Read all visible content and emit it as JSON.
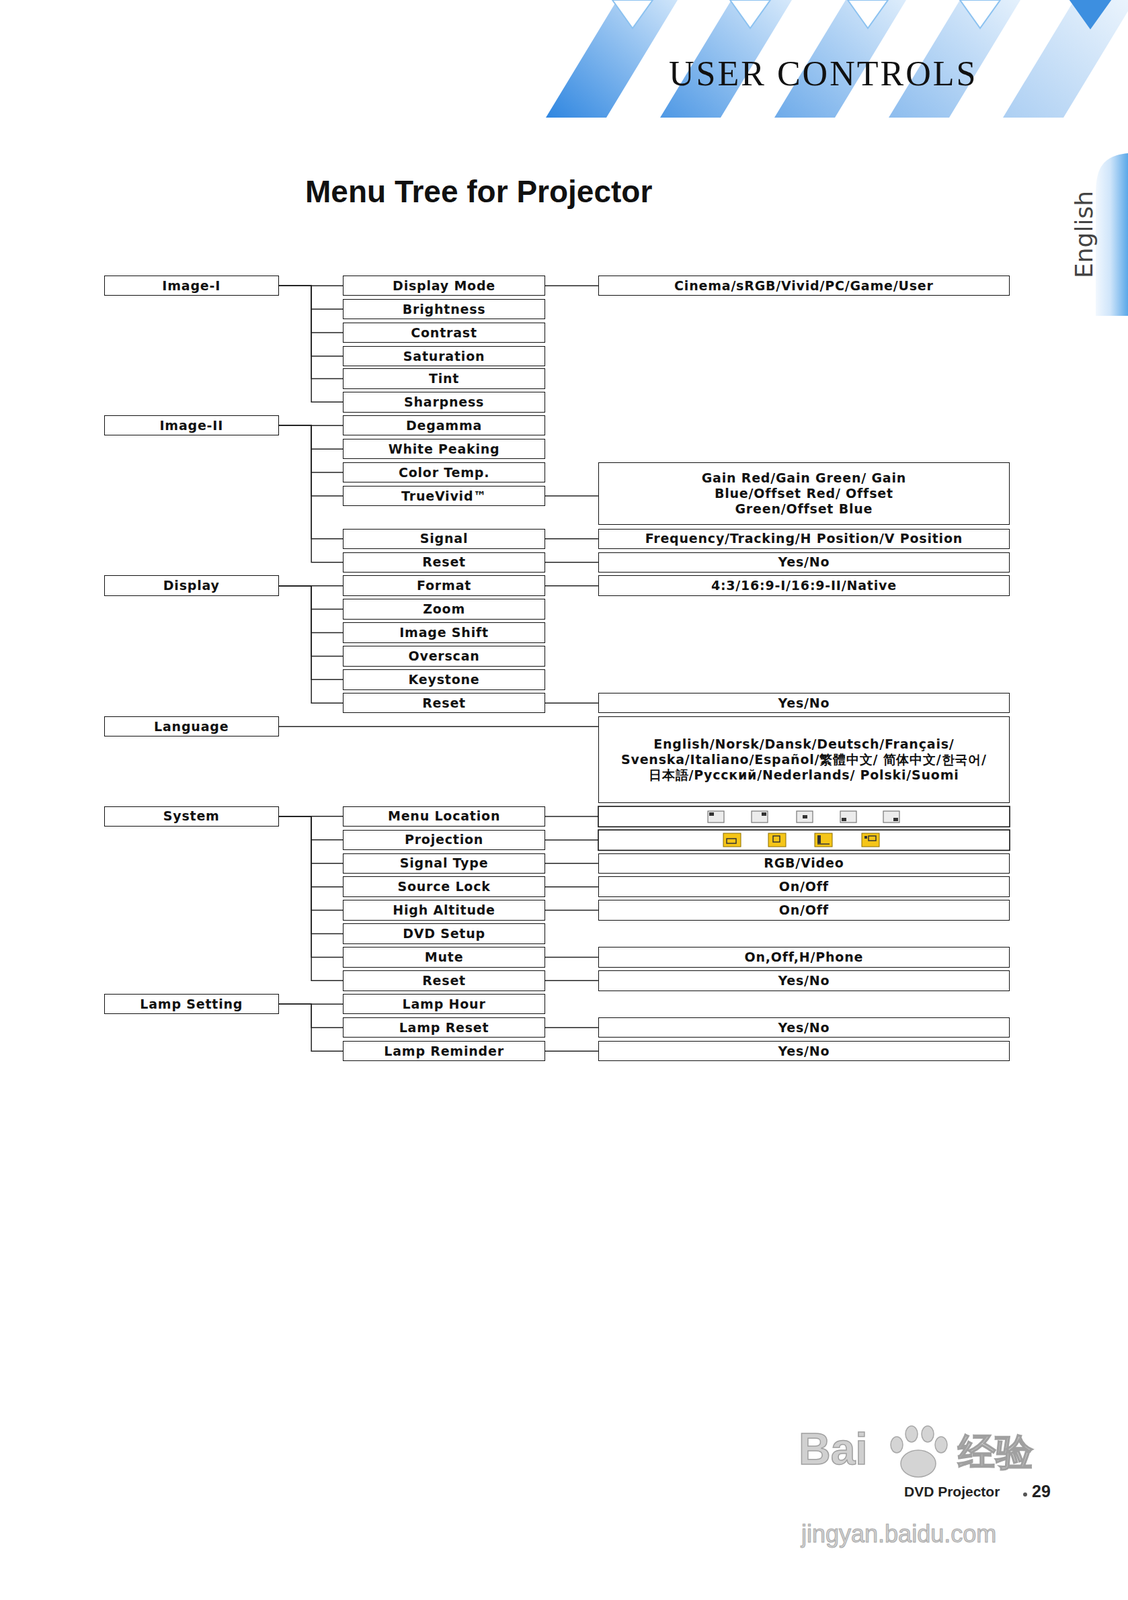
{
  "diagram": {
    "title": "Menu Tree for Projector",
    "nodes": [
      {
        "text": [
          "Image-I"
        ]
      },
      {
        "text": [
          "Display Mode"
        ]
      },
      {
        "text": [
          "Cinema/sRGB/Vivid/PC/Game/User"
        ]
      },
      {
        "text": [
          "Brightness"
        ]
      },
      {
        "text": [
          "Contrast"
        ]
      },
      {
        "text": [
          "Saturation"
        ]
      },
      {
        "text": [
          "Tint"
        ]
      },
      {
        "text": [
          "Sharpness"
        ]
      },
      {
        "text": [
          "Image-II"
        ]
      },
      {
        "text": [
          "Degamma"
        ]
      },
      {
        "text": [
          "White Peaking"
        ]
      },
      {
        "text": [
          "Color Temp."
        ]
      },
      {
        "text": [
          "Gain Red/Gain Green/ Gain Blue/Offset Red/ Offset Green/Offset Blue"
        ]
      },
      {
        "text": [
          "TrueVivid™"
        ]
      },
      {
        "text": [
          "Signal"
        ]
      },
      {
        "text": [
          "Frequency/Tracking/H Position/V Position"
        ]
      },
      {
        "text": [
          "Reset"
        ]
      },
      {
        "text": [
          "Yes/No"
        ]
      },
      {
        "text": [
          "Display"
        ]
      },
      {
        "text": [
          "Format"
        ]
      },
      {
        "text": [
          "4:3/16:9-I/16:9-II/Native"
        ]
      },
      {
        "text": [
          "Zoom"
        ]
      },
      {
        "text": [
          "Image Shift"
        ]
      },
      {
        "text": [
          "Overscan"
        ]
      },
      {
        "text": [
          "Keystone"
        ]
      },
      {
        "text": [
          "Reset"
        ]
      },
      {
        "text": [
          "Yes/No"
        ]
      },
      {
        "text": [
          "Language"
        ]
      },
      {
        "text": [
          "English/Norsk/Dansk/Deutsch/Français/ Svenska/Italiano/Español/繁體中文/ 简体中文/한국어/日本語/Русский/Nederlands/ Polski/Suomi"
        ]
      },
      {
        "text": [
          "System"
        ]
      },
      {
        "text": [
          "Menu Location"
        ]
      },
      {
        "text": [
          "Projection"
        ]
      },
      {
        "text": [
          "Signal Type"
        ]
      },
      {
        "text": [
          "RGB/Video"
        ]
      },
      {
        "text": [
          "Source Lock"
        ]
      },
      {
        "text": [
          "On/Off"
        ]
      },
      {
        "text": [
          "High Altitude"
        ]
      },
      {
        "text": [
          "On/Off"
        ]
      },
      {
        "text": [
          "DVD Setup"
        ]
      },
      {
        "text": [
          "Mute"
        ]
      },
      {
        "text": [
          "On,Off,H/Phone"
        ]
      },
      {
        "text": [
          "Reset"
        ]
      },
      {
        "text": [
          "Yes/No"
        ]
      },
      {
        "text": [
          "Lamp Setting"
        ]
      },
      {
        "text": [
          "Lamp Hour"
        ]
      },
      {
        "text": [
          "Lamp Reset"
        ]
      },
      {
        "text": [
          "Yes/No"
        ]
      },
      {
        "text": [
          "Lamp Reminder"
        ]
      },
      {
        "text": [
          "Yes/No"
        ]
      }
    ],
    "edges": [
      {
        "from": 0,
        "to": 1,
        "arrow": "none"
      },
      {
        "from": 0,
        "to": 3,
        "arrow": "none"
      },
      {
        "from": 0,
        "to": 4,
        "arrow": "none"
      },
      {
        "from": 0,
        "to": 5,
        "arrow": "none"
      },
      {
        "from": 0,
        "to": 6,
        "arrow": "none"
      },
      {
        "from": 0,
        "to": 7,
        "arrow": "none"
      },
      {
        "from": 1,
        "to": 2,
        "arrow": "none"
      },
      {
        "from": 8,
        "to": 9,
        "arrow": "none"
      },
      {
        "from": 8,
        "to": 10,
        "arrow": "none"
      },
      {
        "from": 8,
        "to": 11,
        "arrow": "none"
      },
      {
        "from": 8,
        "to": 13,
        "arrow": "none"
      },
      {
        "from": 8,
        "to": 14,
        "arrow": "none"
      },
      {
        "from": 8,
        "to": 16,
        "arrow": "none"
      },
      {
        "from": 13,
        "to": 12,
        "arrow": "none"
      },
      {
        "from": 14,
        "to": 15,
        "arrow": "none"
      },
      {
        "from": 16,
        "to": 17,
        "arrow": "none"
      },
      {
        "from": 18,
        "to": 19,
        "arrow": "none"
      },
      {
        "from": 18,
        "to": 21,
        "arrow": "none"
      },
      {
        "from": 18,
        "to": 22,
        "arrow": "none"
      },
      {
        "from": 18,
        "to": 23,
        "arrow": "none"
      },
      {
        "from": 18,
        "to": 24,
        "arrow": "none"
      },
      {
        "from": 18,
        "to": 25,
        "arrow": "none"
      },
      {
        "from": 19,
        "to": 20,
        "arrow": "none"
      },
      {
        "from": 25,
        "to": 26,
        "arrow": "none"
      },
      {
        "from": 27,
        "to": 28,
        "arrow": "none"
      },
      {
        "from": 29,
        "to": 30,
        "arrow": "none"
      },
      {
        "from": 29,
        "to": 31,
        "arrow": "none"
      },
      {
        "from": 29,
        "to": 32,
        "arrow": "none"
      },
      {
        "from": 29,
        "to": 34,
        "arrow": "none"
      },
      {
        "from": 29,
        "to": 36,
        "arrow": "none"
      },
      {
        "from": 29,
        "to": 38,
        "arrow": "none"
      },
      {
        "from": 29,
        "to": 39,
        "arrow": "none"
      },
      {
        "from": 29,
        "to": 41,
        "arrow": "none"
      },
      {
        "from": 32,
        "to": 33,
        "arrow": "none"
      },
      {
        "from": 34,
        "to": 35,
        "arrow": "none"
      },
      {
        "from": 36,
        "to": 37,
        "arrow": "none"
      },
      {
        "from": 39,
        "to": 40,
        "arrow": "none"
      },
      {
        "from": 41,
        "to": 42,
        "arrow": "none"
      },
      {
        "from": 43,
        "to": 44,
        "arrow": "none"
      },
      {
        "from": 43,
        "to": 45,
        "arrow": "none"
      },
      {
        "from": 43,
        "to": 47,
        "arrow": "none"
      },
      {
        "from": 45,
        "to": 46,
        "arrow": "none"
      },
      {
        "from": 47,
        "to": 48,
        "arrow": "none"
      }
    ],
    "labels": [
      "USER CONTROLS",
      "English",
      "DVD Projector",
      "29",
      "Bai",
      "经验",
      "jingyan.baidu.com"
    ]
  }
}
